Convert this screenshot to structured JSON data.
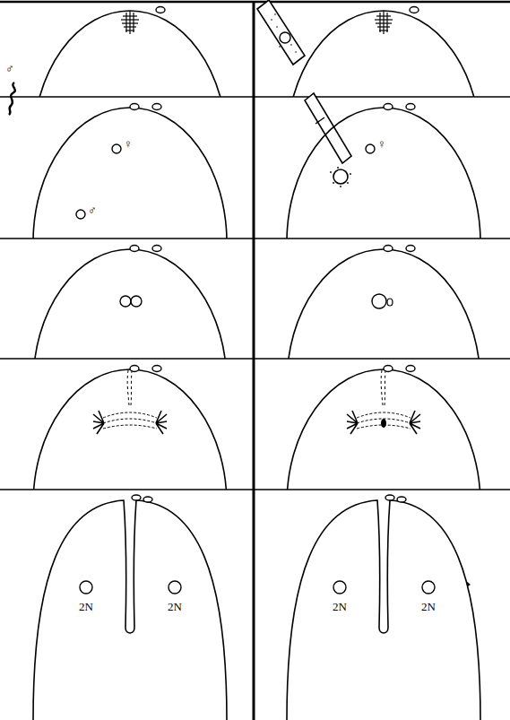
{
  "diagram": {
    "labels": [
      "♂",
      "♀",
      "♂",
      "♀",
      "2N",
      "2N",
      "2N",
      "2N"
    ]
  }
}
